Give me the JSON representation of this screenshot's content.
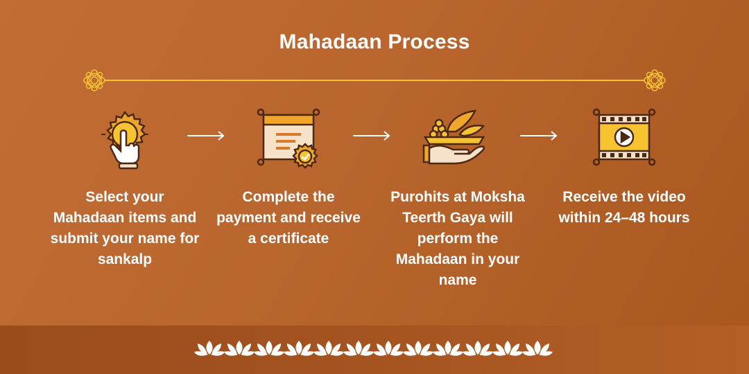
{
  "title": "Mahadaan Process",
  "colors": {
    "accent": "#f7c331",
    "dark": "#4a2812",
    "cream": "#f7e1c8",
    "white": "#ffffff"
  },
  "steps": [
    {
      "icon": "hand-tap-icon",
      "text": "Select your Mahadaan items and submit your name for sankalp"
    },
    {
      "icon": "certificate-icon",
      "text": "Complete the payment and receive a certificate"
    },
    {
      "icon": "offering-hand-icon",
      "text": "Purohits at Moksha Teerth Gaya will perform the Mahadaan in your name"
    },
    {
      "icon": "video-play-icon",
      "text": "Receive the video within 24–48 hours"
    }
  ]
}
